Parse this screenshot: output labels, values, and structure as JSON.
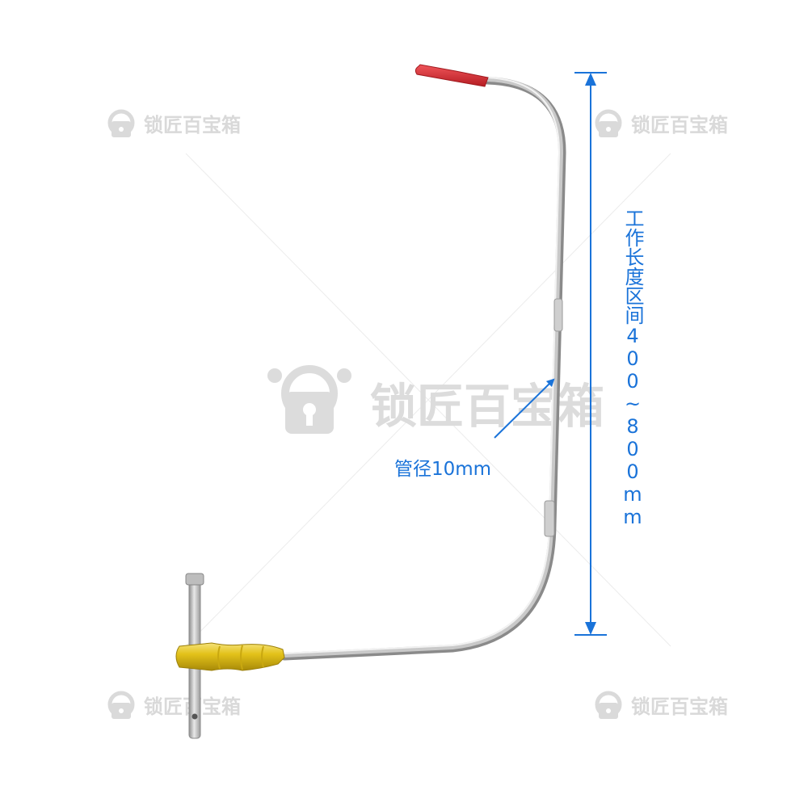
{
  "watermark": {
    "text": "锁匠百宝箱",
    "icon": "padlock-gear-icon"
  },
  "annotations": {
    "tube_diameter": "管径10mm",
    "work_length": "工作长度区间400~800mm"
  },
  "colors": {
    "annotation_blue": "#1a73d9",
    "tip_red": "#d9262a",
    "handle_gold": "#e3c21a",
    "steel": "#b8b8b8",
    "watermark_gray": "#d9d9d9"
  }
}
